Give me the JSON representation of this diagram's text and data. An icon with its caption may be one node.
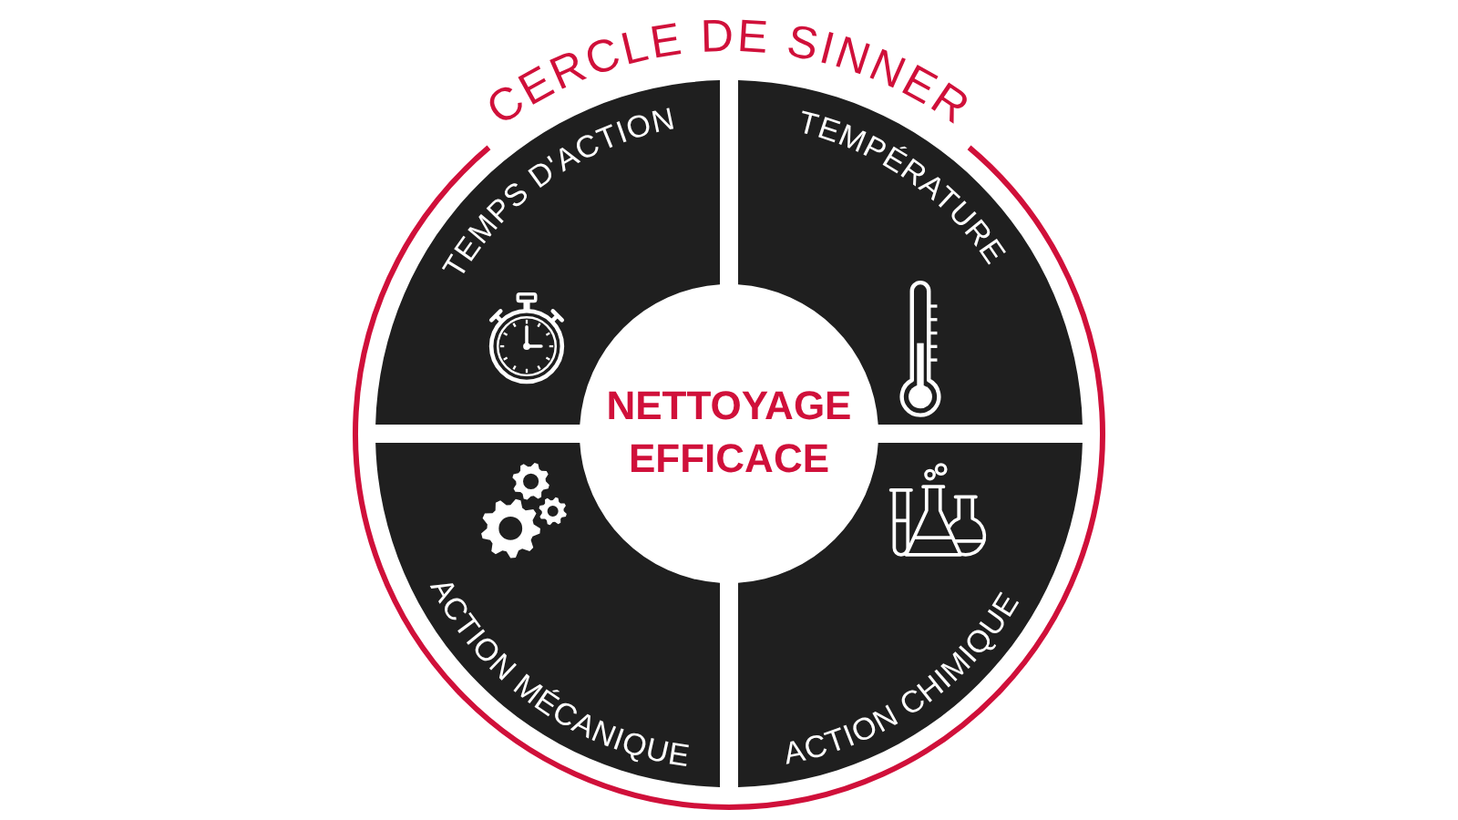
{
  "diagram": {
    "title": "CERCLE DE SINNER",
    "nodes": [
      {
        "text": [
          "TEMPS D'ACTION"
        ]
      },
      {
        "text": [
          "TEMPÉRATURE"
        ]
      },
      {
        "text": [
          "NETTOYAGE EFFICACE"
        ]
      },
      {
        "text": [
          "ACTION MÉCANIQUE"
        ]
      },
      {
        "text": [
          "ACTION CHIMIQUE"
        ]
      }
    ]
  }
}
